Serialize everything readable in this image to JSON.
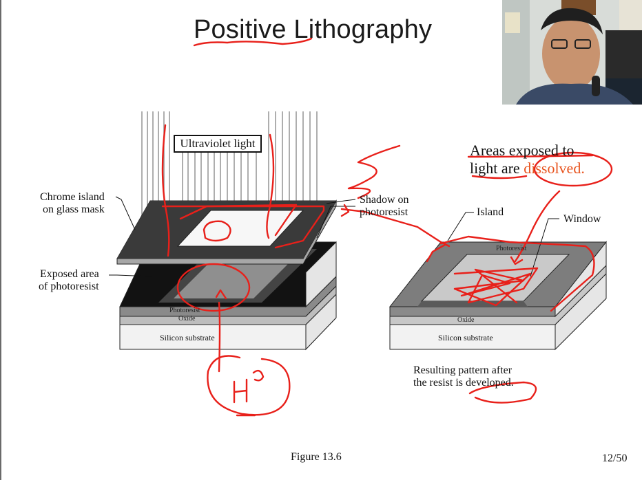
{
  "slide": {
    "title": "Positive Lithography",
    "uv_label": "Ultraviolet light",
    "labels": {
      "chrome_island_line1": "Chrome island",
      "chrome_island_line2": "on glass mask",
      "exposed_area_line1": "Exposed area",
      "exposed_area_line2": "of photoresist",
      "shadow_line1": "Shadow on",
      "shadow_line2": "photoresist",
      "island": "Island",
      "window": "Window",
      "photoresist_left": "Photoresist",
      "oxide_left": "Oxide",
      "silicon_left": "Silicon substrate",
      "photoresist_right": "Photoresist",
      "oxide_right": "Oxide",
      "silicon_right": "Silicon substrate"
    },
    "annotation": {
      "line1": "Areas exposed to",
      "line2_prefix": "light are ",
      "line2_highlight": "dissolved."
    },
    "result": {
      "line1": "Resulting pattern after",
      "line2": "the resist is developed."
    },
    "handwriting": "H⁺",
    "figure_caption": "Figure 13.6",
    "page_number": "12/50"
  },
  "colors": {
    "ink_red": "#e8201a",
    "highlight_orange": "#e8541f",
    "chrome_dark": "#1a1a1a",
    "photoresist_gray": "#8a8a8a",
    "oxide_gray": "#bdbdbd"
  },
  "webcam": {
    "description_icon": "presenter-webcam-feed"
  }
}
